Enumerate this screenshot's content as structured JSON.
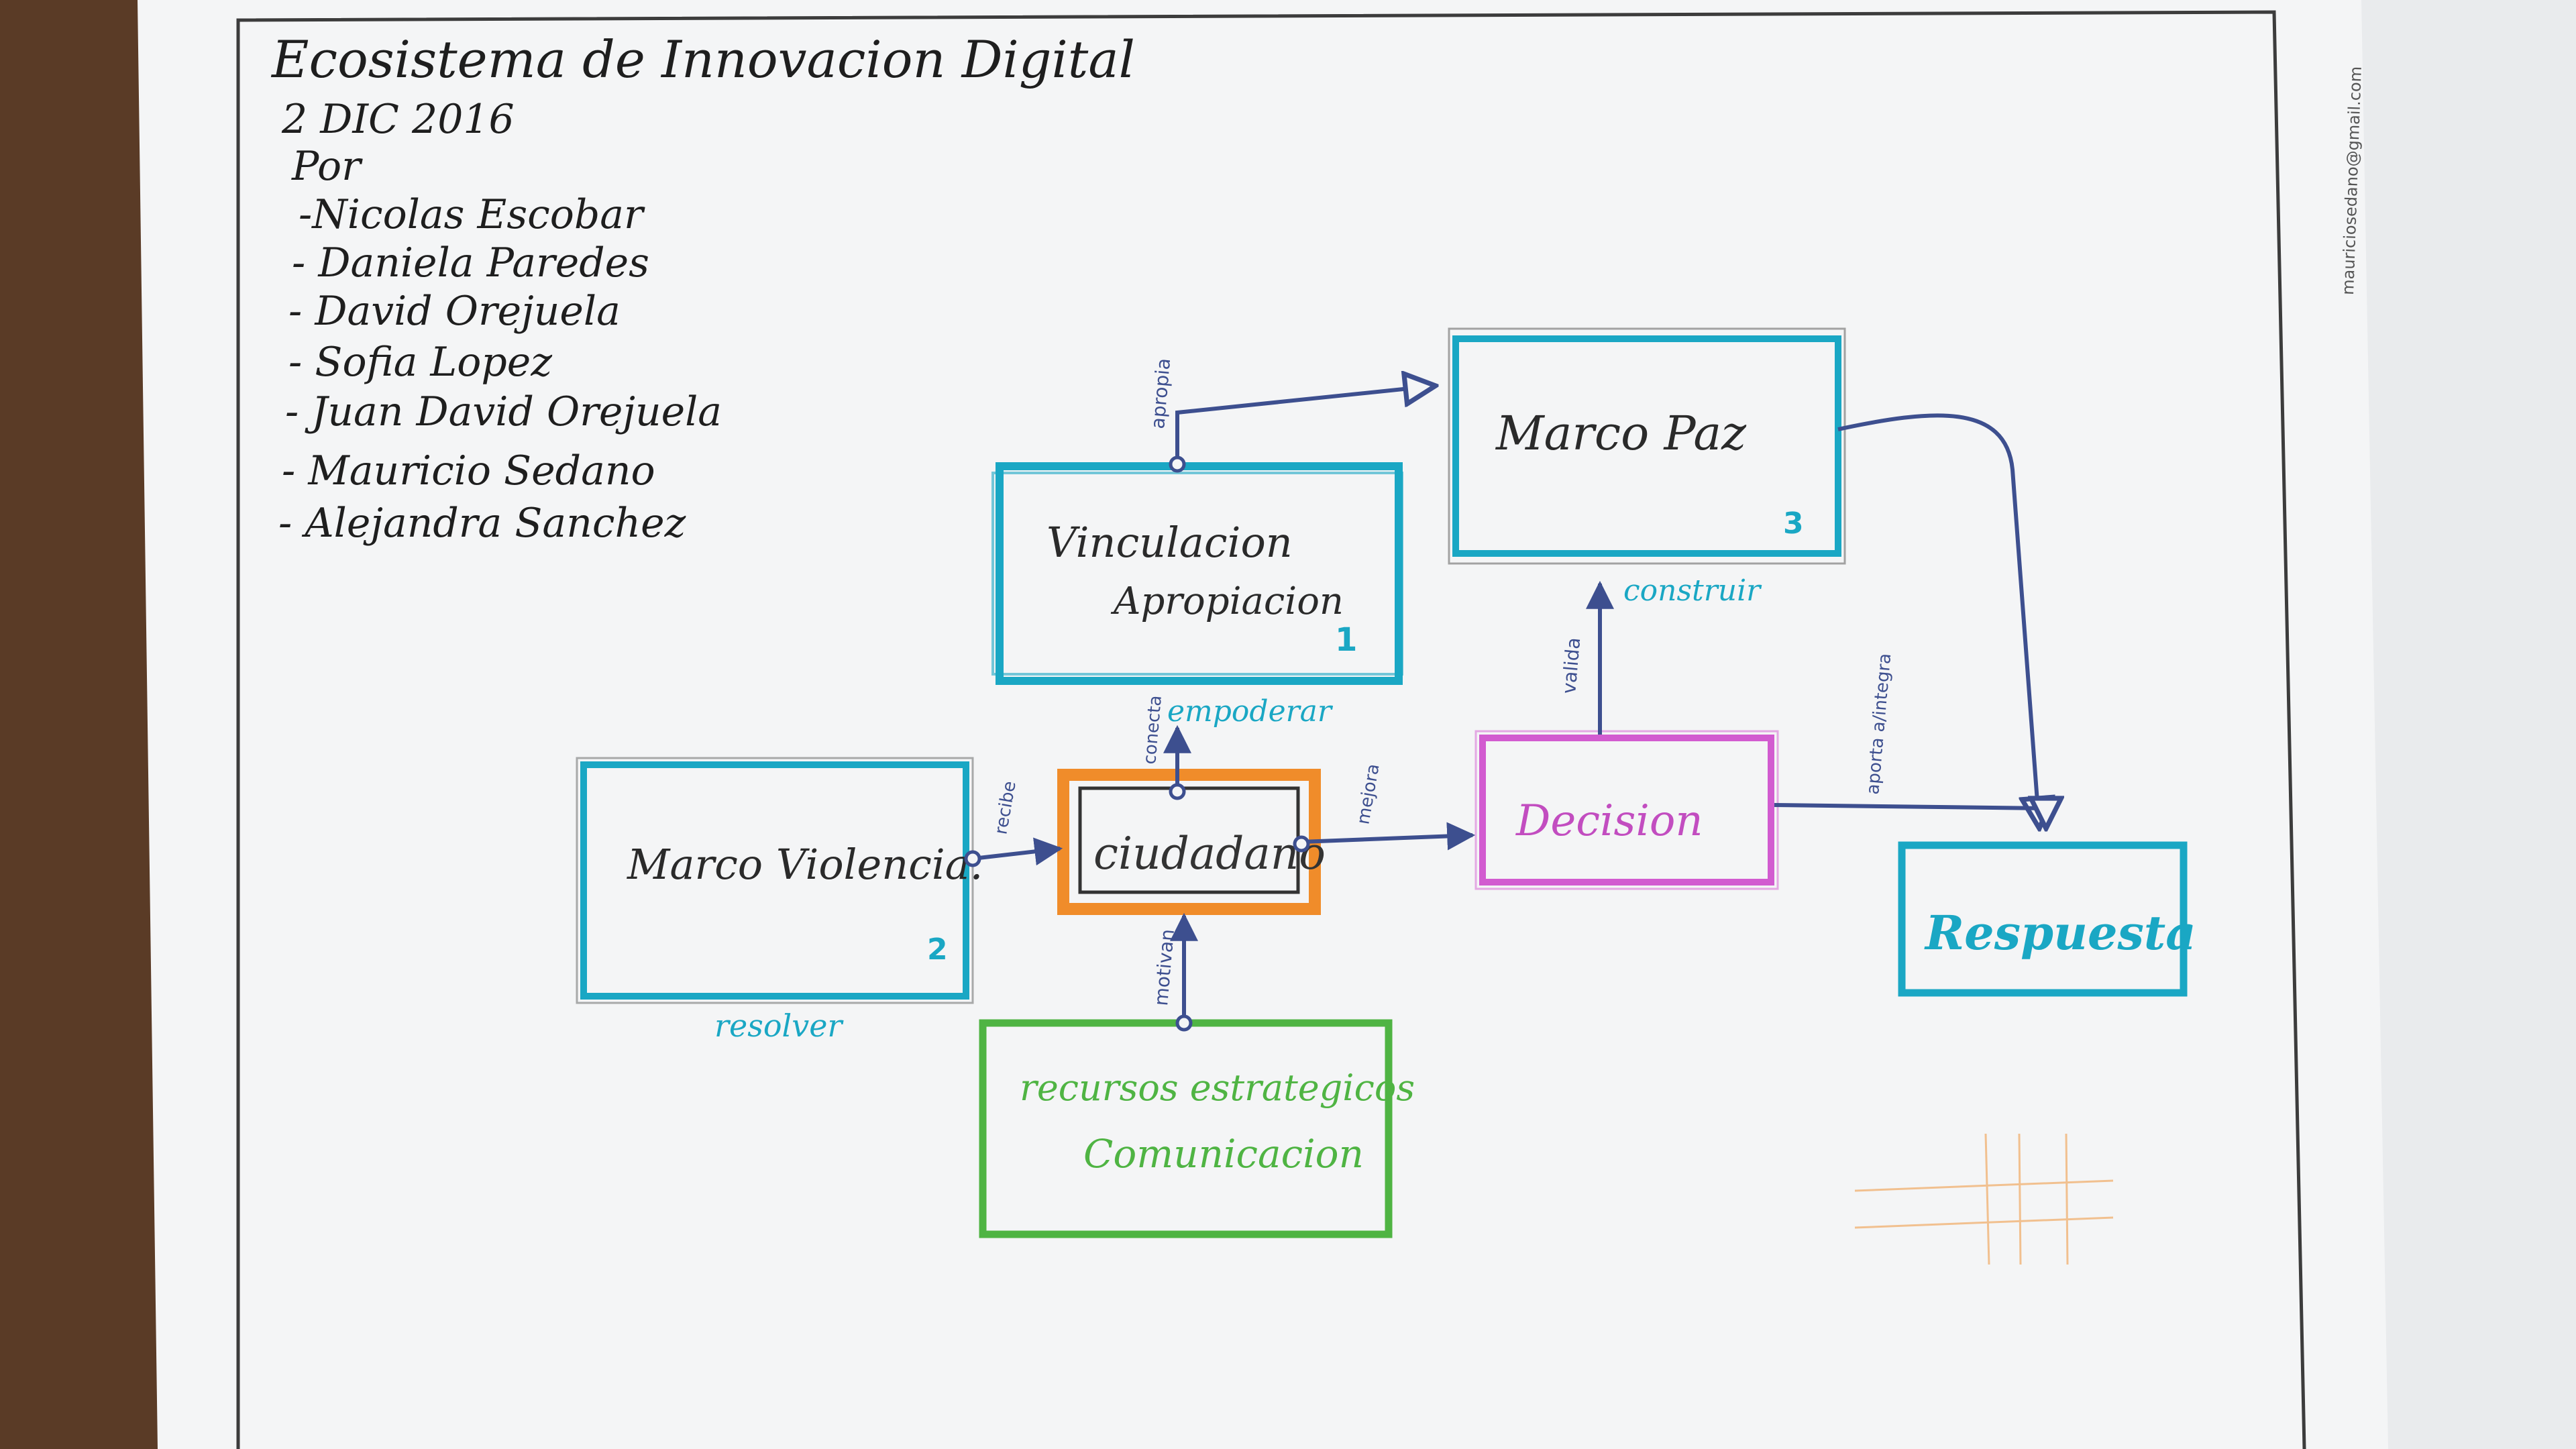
{
  "header": {
    "title": "Ecosistema de Innovacion Digital",
    "date": "2 DIC 2016",
    "by_label": "Por",
    "authors": [
      "-Nicolas Escobar",
      "- Daniela Paredes",
      "- David Orejuela",
      "- Sofia Lopez",
      "- Juan David Orejuela",
      "- Mauricio Sedano",
      "- Alejandra Sanchez"
    ]
  },
  "margin_note": "mauriciosedano@gmail.com",
  "nodes": {
    "vinculacion": {
      "line1": "Vinculacion",
      "line2": "Apropiacion",
      "number": "1",
      "color": "#1aa7c4"
    },
    "marco_violencia": {
      "label": "Marco Violencia.",
      "number": "2",
      "color": "#1aa7c4"
    },
    "marco_paz": {
      "label": "Marco Paz",
      "number": "3",
      "color": "#1aa7c4"
    },
    "ciudadano": {
      "label": "ciudadano",
      "color": "#f08c2a"
    },
    "decision": {
      "label": "Decision",
      "color": "#d25bd0"
    },
    "respuesta": {
      "label": "Respuesta",
      "color": "#1aa7c4"
    },
    "recursos": {
      "line1": "recursos estrategicos",
      "line2": "Comunicacion",
      "color": "#4fb443"
    }
  },
  "edge_labels": {
    "apropia": "apropia",
    "conecta": "conecta",
    "empoderar": "empoderar",
    "recibe": "recibe",
    "resolver": "resolver",
    "mejora": "mejora",
    "motivan": "motivan",
    "valida": "valida",
    "construir": "construir",
    "aporta": "aporta a/integra"
  },
  "colors": {
    "paper": "#f4f5f6",
    "arrow": "#3d4f8f",
    "frame": "#3c3c3c",
    "ink": "#1e1e1e"
  }
}
